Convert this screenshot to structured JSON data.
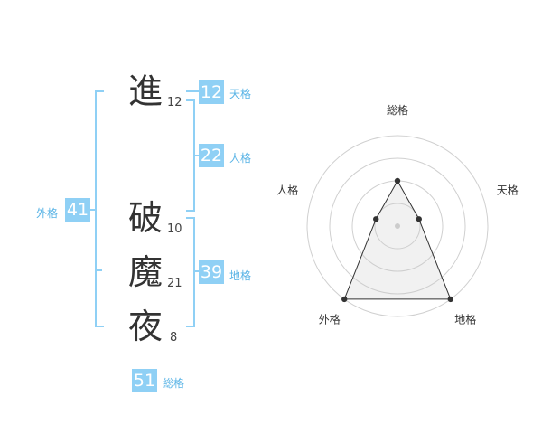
{
  "characters": [
    {
      "char": "進",
      "strokes": "12"
    },
    {
      "char": "破",
      "strokes": "10"
    },
    {
      "char": "魔",
      "strokes": "21"
    },
    {
      "char": "夜",
      "strokes": "8"
    }
  ],
  "fortunes": {
    "tenkaku": {
      "label": "天格",
      "value": "12"
    },
    "jinkaku": {
      "label": "人格",
      "value": "22"
    },
    "chikaku": {
      "label": "地格",
      "value": "39"
    },
    "gaikaku": {
      "label": "外格",
      "value": "41"
    },
    "soukaku": {
      "label": "総格",
      "value": "51"
    }
  },
  "colors": {
    "accent": "#8fd0f5",
    "accent_text": "#5ab4e6"
  },
  "chart_data": {
    "type": "radar",
    "axes": [
      "総格",
      "天格",
      "地格",
      "外格",
      "人格"
    ],
    "levels": 4,
    "max": 4,
    "values": [
      2,
      1,
      4,
      4,
      1
    ]
  }
}
